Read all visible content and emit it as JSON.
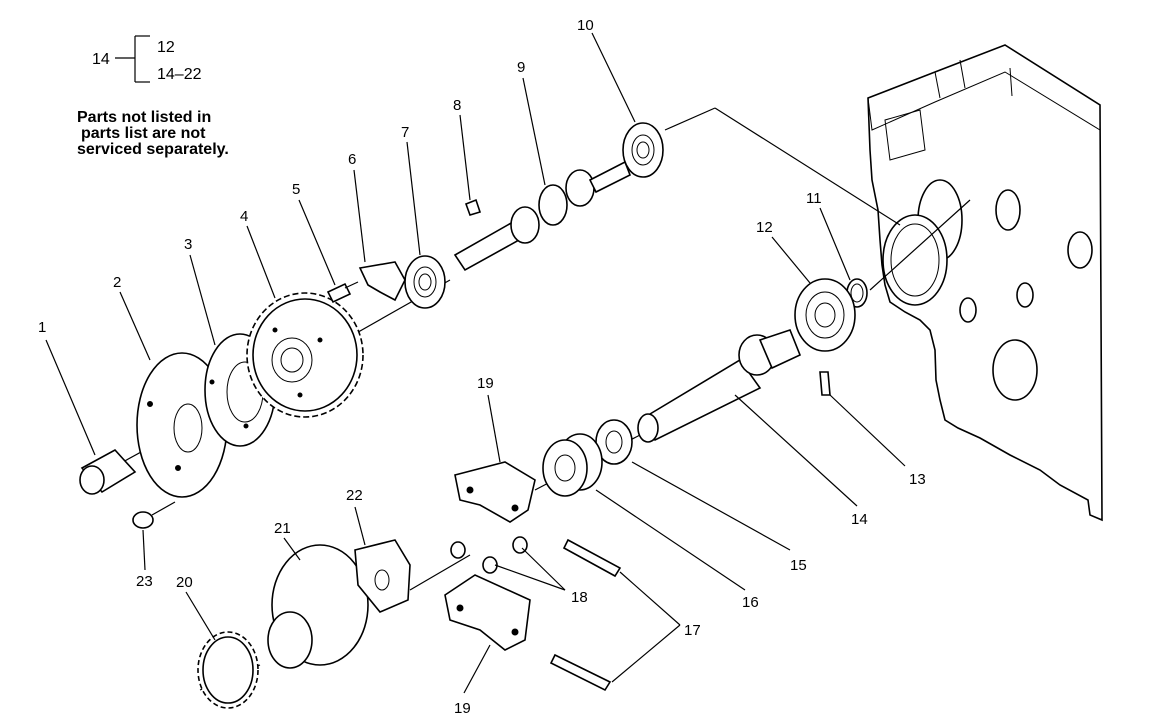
{
  "legend": {
    "parent": "14",
    "children": [
      "12",
      "14–22"
    ]
  },
  "note": {
    "lines": [
      "Parts not listed in",
      "parts list are not",
      "serviced separately."
    ]
  },
  "callouts": [
    "1",
    "2",
    "3",
    "4",
    "5",
    "6",
    "7",
    "8",
    "9",
    "10",
    "11",
    "12",
    "13",
    "14",
    "15",
    "16",
    "17",
    "18",
    "19",
    "19",
    "20",
    "21",
    "22",
    "23"
  ]
}
